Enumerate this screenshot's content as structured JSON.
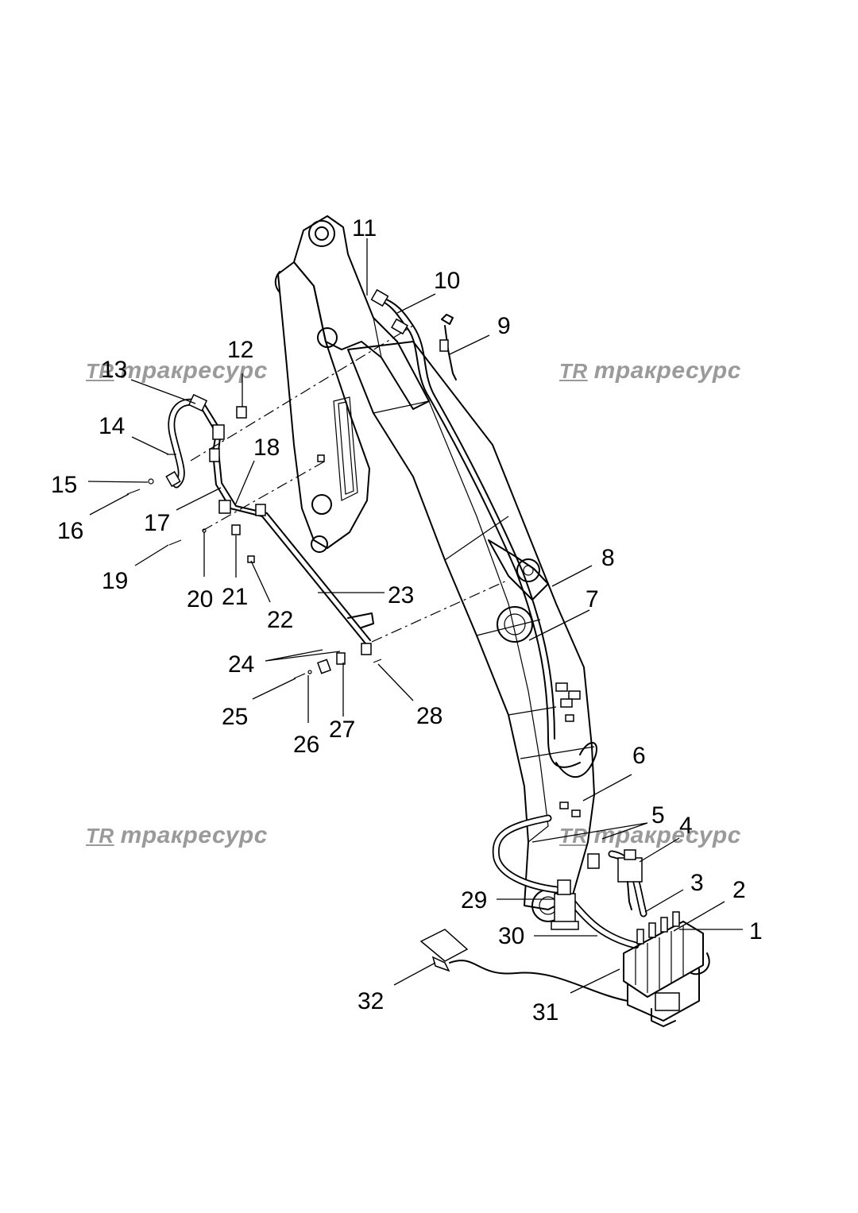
{
  "watermark": {
    "logo": "TR",
    "text": "тракресурс"
  },
  "callouts": [
    "1",
    "2",
    "3",
    "4",
    "5",
    "6",
    "7",
    "8",
    "9",
    "10",
    "11",
    "12",
    "13",
    "14",
    "15",
    "16",
    "17",
    "18",
    "19",
    "20",
    "21",
    "22",
    "23",
    "24",
    "25",
    "26",
    "27",
    "28",
    "29",
    "30",
    "31",
    "32"
  ]
}
